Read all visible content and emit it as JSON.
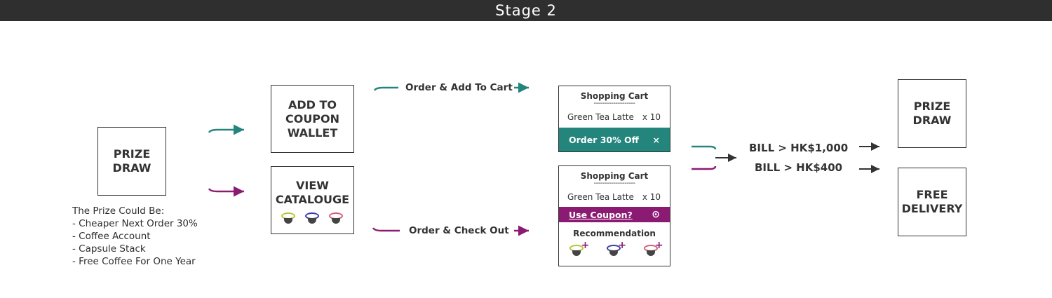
{
  "header": {
    "title": "Stage 2"
  },
  "start": {
    "label": "PRIZE\nDRAW"
  },
  "prize_info": {
    "heading": "The Prize Could Be:",
    "items": [
      "- Cheaper Next Order 30%",
      "- Coffee Account",
      "- Capsule Stack",
      "- Free Coffee For One Year"
    ]
  },
  "options": {
    "coupon": {
      "label": "ADD TO\nCOUPON\nWALLET"
    },
    "catalogue": {
      "label": "VIEW\nCATALOUGE"
    }
  },
  "edges": {
    "top": "Order & Add To Cart",
    "bottom": "Order & Check Out"
  },
  "cart_top": {
    "title": "Shopping Cart",
    "dashes": "-------------------",
    "item": "Green Tea Latte",
    "qty": "x 10",
    "banner": "Order 30% Off",
    "banner_icon": "×"
  },
  "cart_bottom": {
    "title": "Shopping Cart",
    "dashes": "-------------------",
    "item": "Green Tea Latte",
    "qty": "x 10",
    "banner": "Use Coupon?",
    "banner_icon": "⊙",
    "recommendation": "Recommendation"
  },
  "bills": {
    "high": "BILL > HK$1,000",
    "low": "BILL > HK$400"
  },
  "outcomes": {
    "prize": {
      "label": "PRIZE\nDRAW"
    },
    "delivery": {
      "label": "FREE\nDELIVERY"
    }
  },
  "colors": {
    "teal": "#23857c",
    "purple": "#8b1a73",
    "capsule_green": "#b9c43a",
    "capsule_blue": "#3b3fa0",
    "capsule_pink": "#d2607a",
    "dark": "#333333"
  }
}
